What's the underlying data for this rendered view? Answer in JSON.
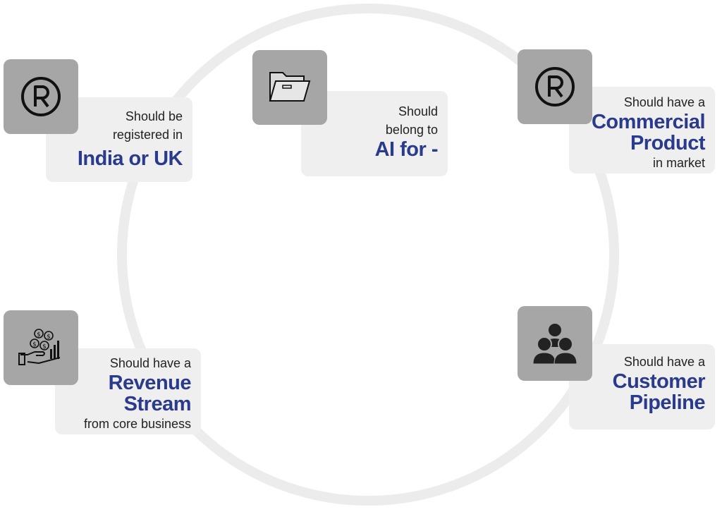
{
  "criteria": [
    {
      "id": "registration",
      "icon": "registered-icon",
      "line1": "Should be",
      "line2": "registered in",
      "highlight": "India or UK"
    },
    {
      "id": "domain",
      "icon": "folder-icon",
      "line1": "Should",
      "line2": "belong to",
      "highlight": "AI for -"
    },
    {
      "id": "product",
      "icon": "registered-icon",
      "line1": "Should have a",
      "highlight1": "Commercial",
      "highlight2": "Product",
      "line2": "in market"
    },
    {
      "id": "revenue",
      "icon": "revenue-hand-icon",
      "line1": "Should have a",
      "highlight1": "Revenue",
      "highlight2": "Stream",
      "line2": "from core business"
    },
    {
      "id": "customers",
      "icon": "customer-group-icon",
      "line1": "Should have a",
      "highlight1": "Customer",
      "highlight2": "Pipeline"
    }
  ]
}
